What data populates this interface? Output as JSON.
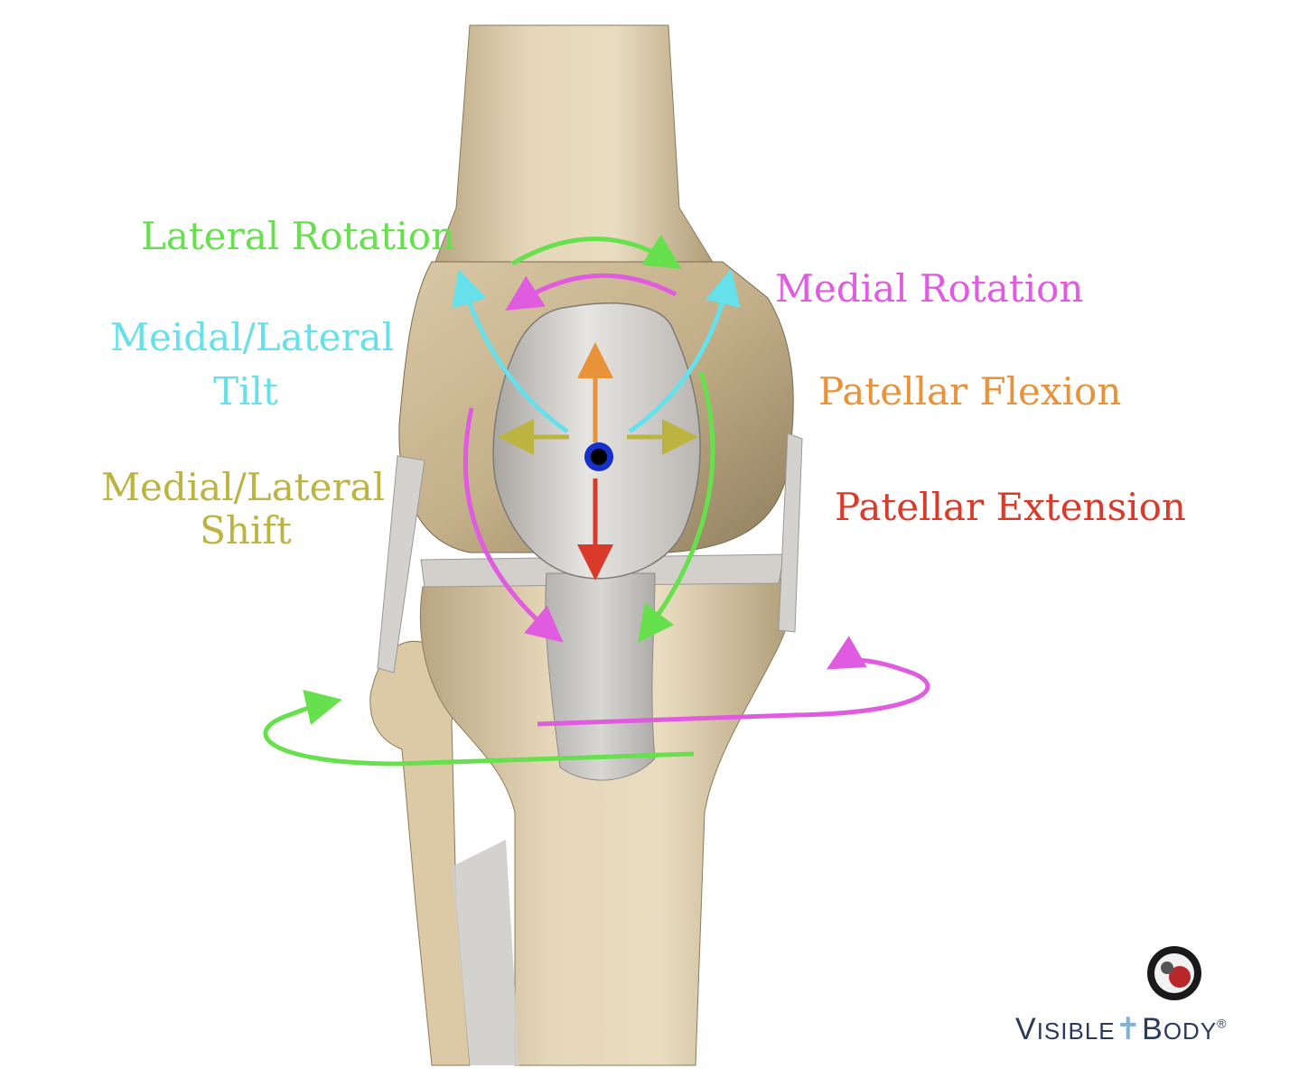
{
  "labels": {
    "lateral_rotation": "Lateral Rotation",
    "medial_rotation": "Medial Rotation",
    "tilt_line1": "Meidal/Lateral",
    "tilt_line2": "Tilt",
    "flexion": "Patellar Flexion",
    "shift_line1": "Medial/Lateral",
    "shift_line2": "Shift",
    "extension": "Patellar Extension"
  },
  "logo": {
    "brand_v": "V",
    "brand_isible": "ISIBLE",
    "brand_b": "B",
    "brand_ody": "ODY",
    "registered": "®"
  },
  "colors": {
    "lateral_rotation": "#66e04c",
    "medial_rotation": "#e05be0",
    "tilt": "#66e0ea",
    "flexion": "#e8923a",
    "shift": "#bdb340",
    "extension": "#d93a2a",
    "bone": "#e2d2b3",
    "bone_shadow": "#9a8a6a",
    "cartilage": "#c9c6c2",
    "center_dot": "#1630c8"
  },
  "icons": {
    "logo_emblem": "visible-body-emblem-icon"
  }
}
